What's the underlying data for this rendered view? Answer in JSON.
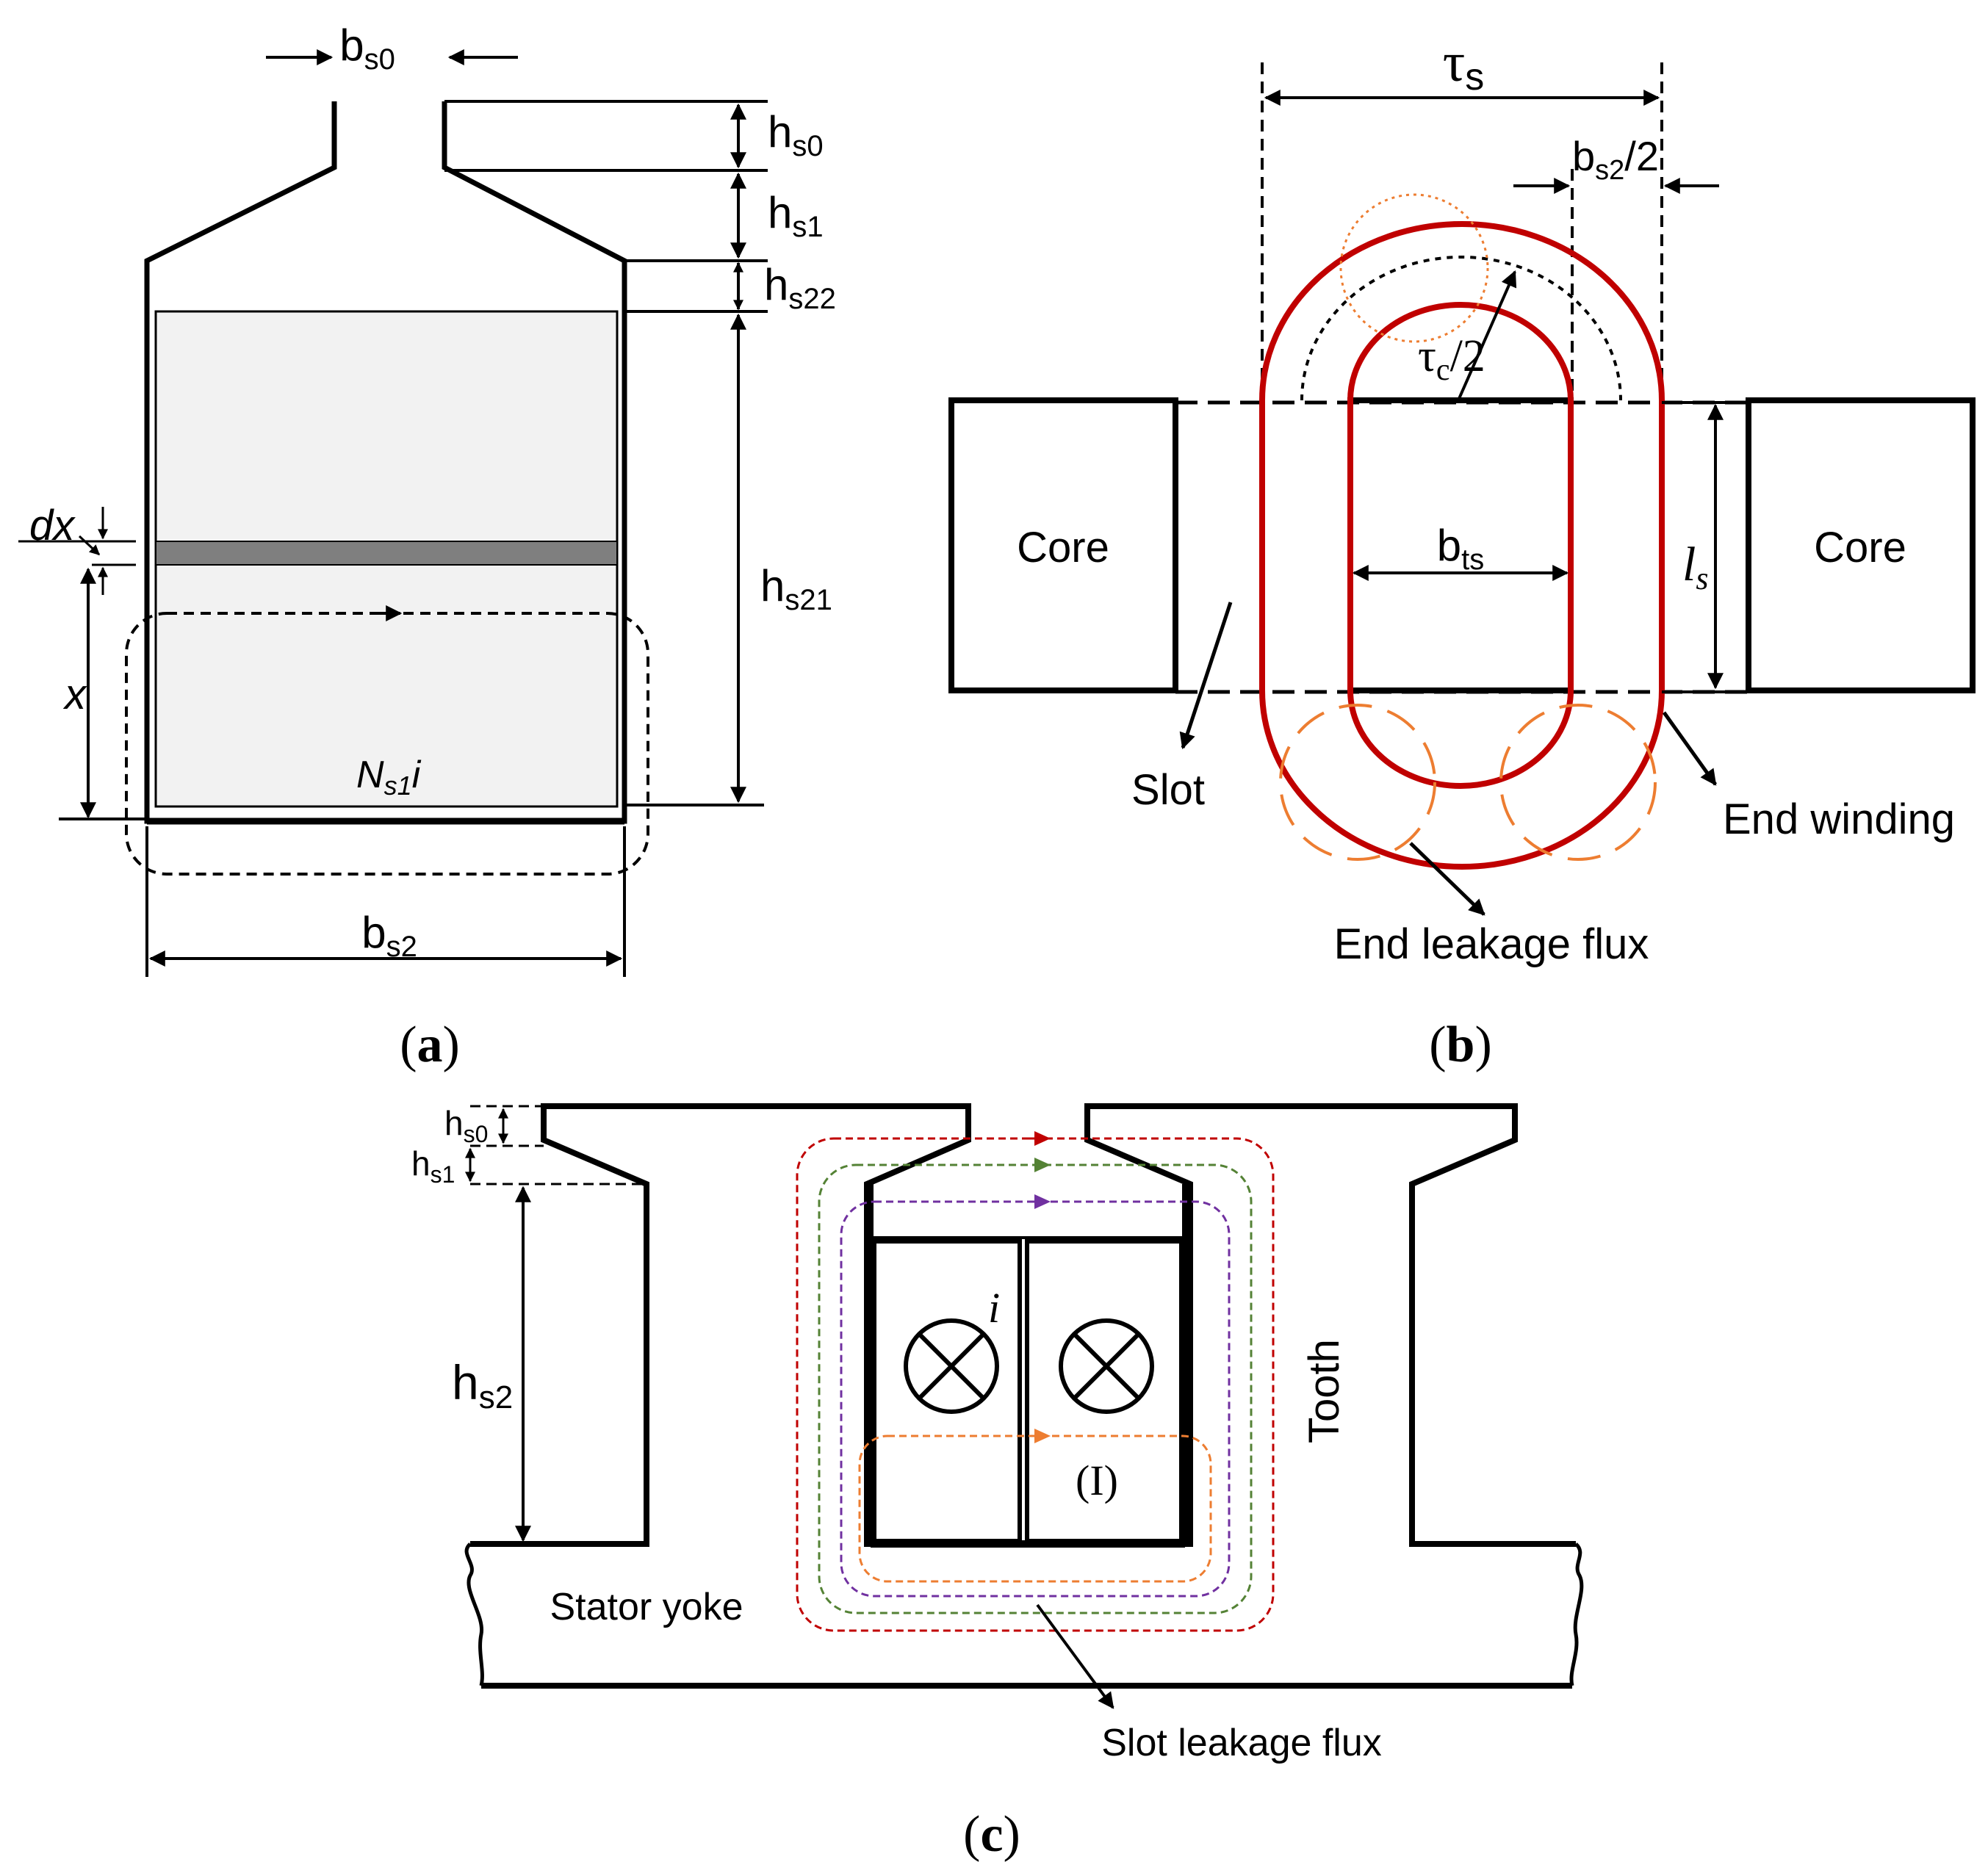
{
  "panel_a": {
    "caption": "a",
    "dim_bs0": {
      "base": "b",
      "sub": "s0"
    },
    "dim_hs0": {
      "base": "h",
      "sub": "s0"
    },
    "dim_hs1": {
      "base": "h",
      "sub": "s1"
    },
    "dim_hs22": {
      "base": "h",
      "sub": "s22"
    },
    "dim_hs21": {
      "base": "h",
      "sub": "s21"
    },
    "dim_dx": "dx",
    "dim_x": "x",
    "ampere_turns": {
      "base": "N",
      "sub": "s1",
      "tail": "i"
    },
    "dim_bs2": {
      "base": "b",
      "sub": "s2"
    }
  },
  "panel_b": {
    "caption": "b",
    "tau_s": {
      "base": "τ",
      "sub": "s"
    },
    "bs2_half": {
      "base": "b",
      "sub": "s2",
      "tail": "/2"
    },
    "tau_c_half": {
      "base": "τ",
      "sub": "c",
      "tail": "/2"
    },
    "core_left": "Core",
    "core_right": "Core",
    "bts": {
      "base": "b",
      "sub": "ts"
    },
    "ls": {
      "base": "l",
      "sub": "s"
    },
    "slot": "Slot",
    "end_winding": "End winding",
    "end_leakage": "End leakage flux",
    "colors": {
      "winding": "#c00000",
      "leakage": "#ed7d31"
    }
  },
  "panel_c": {
    "caption": "c",
    "dim_hs0": {
      "base": "h",
      "sub": "s0"
    },
    "dim_hs1": {
      "base": "h",
      "sub": "s1"
    },
    "dim_hs2": {
      "base": "h",
      "sub": "s2"
    },
    "current": "i",
    "region": "(I)",
    "tooth": "Tooth",
    "stator_yoke": "Stator yoke",
    "slot_leakage": "Slot leakage flux",
    "flux_colors": [
      "#c00000",
      "#548235",
      "#7030a0",
      "#ed7d31"
    ]
  }
}
